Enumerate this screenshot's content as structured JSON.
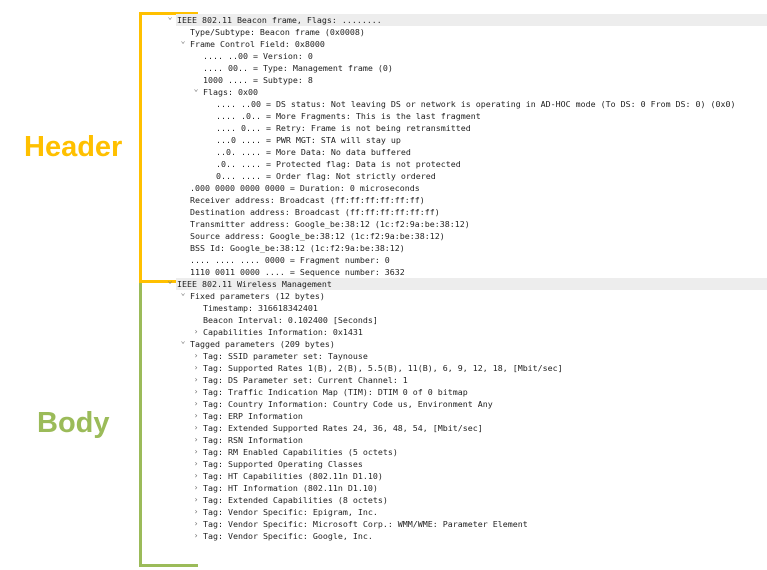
{
  "labels": {
    "header": "Header",
    "body": "Body"
  },
  "colors": {
    "header_accent": "#ffc000",
    "body_accent": "#9bbb59",
    "top_row_bg": "#ededed"
  },
  "icons": {
    "expanded": "⌄",
    "collapsed": "›"
  },
  "tree": [
    {
      "level": 0,
      "state": "expanded",
      "top": true,
      "text": "IEEE 802.11 Beacon frame, Flags: ........"
    },
    {
      "level": 1,
      "state": "none",
      "text": "Type/Subtype: Beacon frame (0x0008)"
    },
    {
      "level": 1,
      "state": "expanded",
      "text": "Frame Control Field: 0x8000"
    },
    {
      "level": 2,
      "state": "none",
      "text": ".... ..00 = Version: 0"
    },
    {
      "level": 2,
      "state": "none",
      "text": ".... 00.. = Type: Management frame (0)"
    },
    {
      "level": 2,
      "state": "none",
      "text": "1000 .... = Subtype: 8"
    },
    {
      "level": 2,
      "state": "expanded",
      "text": "Flags: 0x00"
    },
    {
      "level": 3,
      "state": "none",
      "text": ".... ..00 = DS status: Not leaving DS or network is operating in AD-HOC mode (To DS: 0 From DS: 0) (0x0)"
    },
    {
      "level": 3,
      "state": "none",
      "text": ".... .0.. = More Fragments: This is the last fragment"
    },
    {
      "level": 3,
      "state": "none",
      "text": ".... 0... = Retry: Frame is not being retransmitted"
    },
    {
      "level": 3,
      "state": "none",
      "text": "...0 .... = PWR MGT: STA will stay up"
    },
    {
      "level": 3,
      "state": "none",
      "text": "..0. .... = More Data: No data buffered"
    },
    {
      "level": 3,
      "state": "none",
      "text": ".0.. .... = Protected flag: Data is not protected"
    },
    {
      "level": 3,
      "state": "none",
      "text": "0... .... = Order flag: Not strictly ordered"
    },
    {
      "level": 1,
      "state": "none",
      "text": ".000 0000 0000 0000 = Duration: 0 microseconds"
    },
    {
      "level": 1,
      "state": "none",
      "text": "Receiver address: Broadcast (ff:ff:ff:ff:ff:ff)"
    },
    {
      "level": 1,
      "state": "none",
      "text": "Destination address: Broadcast (ff:ff:ff:ff:ff:ff)"
    },
    {
      "level": 1,
      "state": "none",
      "text": "Transmitter address: Google_be:38:12 (1c:f2:9a:be:38:12)"
    },
    {
      "level": 1,
      "state": "none",
      "text": "Source address: Google_be:38:12 (1c:f2:9a:be:38:12)"
    },
    {
      "level": 1,
      "state": "none",
      "text": "BSS Id: Google_be:38:12 (1c:f2:9a:be:38:12)"
    },
    {
      "level": 1,
      "state": "none",
      "text": ".... .... .... 0000 = Fragment number: 0"
    },
    {
      "level": 1,
      "state": "none",
      "text": "1110 0011 0000 .... = Sequence number: 3632"
    },
    {
      "level": 0,
      "state": "expanded",
      "top": true,
      "text": "IEEE 802.11 Wireless Management"
    },
    {
      "level": 1,
      "state": "expanded",
      "text": "Fixed parameters (12 bytes)"
    },
    {
      "level": 2,
      "state": "none",
      "text": "Timestamp: 316618342401"
    },
    {
      "level": 2,
      "state": "none",
      "text": "Beacon Interval: 0.102400 [Seconds]"
    },
    {
      "level": 2,
      "state": "collapsed",
      "text": "Capabilities Information: 0x1431"
    },
    {
      "level": 1,
      "state": "expanded",
      "text": "Tagged parameters (209 bytes)"
    },
    {
      "level": 2,
      "state": "collapsed",
      "text": "Tag: SSID parameter set: Taynouse"
    },
    {
      "level": 2,
      "state": "collapsed",
      "text": "Tag: Supported Rates 1(B), 2(B), 5.5(B), 11(B), 6, 9, 12, 18, [Mbit/sec]"
    },
    {
      "level": 2,
      "state": "collapsed",
      "text": "Tag: DS Parameter set: Current Channel: 1"
    },
    {
      "level": 2,
      "state": "collapsed",
      "text": "Tag: Traffic Indication Map (TIM): DTIM 0 of 0 bitmap"
    },
    {
      "level": 2,
      "state": "collapsed",
      "text": "Tag: Country Information: Country Code us, Environment Any"
    },
    {
      "level": 2,
      "state": "collapsed",
      "text": "Tag: ERP Information"
    },
    {
      "level": 2,
      "state": "collapsed",
      "text": "Tag: Extended Supported Rates 24, 36, 48, 54, [Mbit/sec]"
    },
    {
      "level": 2,
      "state": "collapsed",
      "text": "Tag: RSN Information"
    },
    {
      "level": 2,
      "state": "collapsed",
      "text": "Tag: RM Enabled Capabilities (5 octets)"
    },
    {
      "level": 2,
      "state": "collapsed",
      "text": "Tag: Supported Operating Classes"
    },
    {
      "level": 2,
      "state": "collapsed",
      "text": "Tag: HT Capabilities (802.11n D1.10)"
    },
    {
      "level": 2,
      "state": "collapsed",
      "text": "Tag: HT Information (802.11n D1.10)"
    },
    {
      "level": 2,
      "state": "collapsed",
      "text": "Tag: Extended Capabilities (8 octets)"
    },
    {
      "level": 2,
      "state": "collapsed",
      "text": "Tag: Vendor Specific: Epigram, Inc."
    },
    {
      "level": 2,
      "state": "collapsed",
      "text": "Tag: Vendor Specific: Microsoft Corp.: WMM/WME: Parameter Element"
    },
    {
      "level": 2,
      "state": "collapsed",
      "text": "Tag: Vendor Specific: Google, Inc."
    }
  ]
}
